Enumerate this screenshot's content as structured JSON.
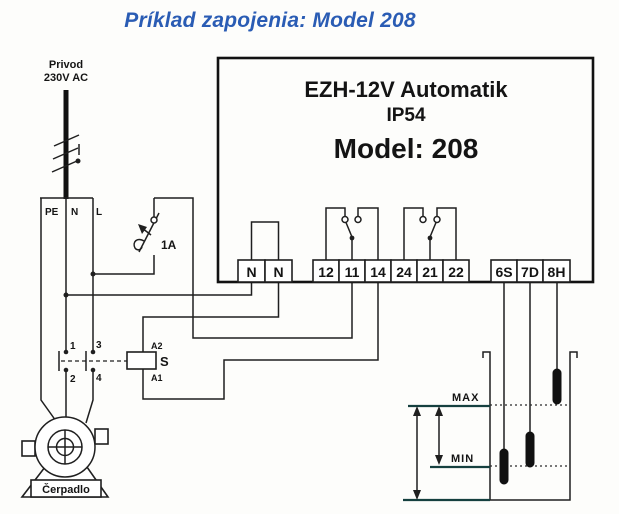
{
  "title": "Príklad zapojenia: Model 208",
  "colors": {
    "title_blue": "#2a5cb4",
    "line_dark": "#1f1f1f"
  },
  "supply": {
    "line1": "Privod",
    "line2": "230V AC"
  },
  "feed_labels": {
    "pe": "PE",
    "n": "N",
    "l": "L"
  },
  "fuse": {
    "rating": "1A"
  },
  "device": {
    "name": "EZH-12V Automatik",
    "ip_rating": "IP54",
    "model": "Model: 208",
    "terminals": [
      "N",
      "N",
      "12",
      "11",
      "14",
      "24",
      "21",
      "22",
      "6S",
      "7D",
      "8H"
    ]
  },
  "contactor": {
    "pole1": "1",
    "pole2": "2",
    "pole3": "3",
    "pole4": "4",
    "coil": "S",
    "coil_a2": "A2",
    "coil_a1": "A1"
  },
  "pump": {
    "label": "Čerpadlo"
  },
  "tank": {
    "max": "MAX",
    "min": "MIN"
  }
}
